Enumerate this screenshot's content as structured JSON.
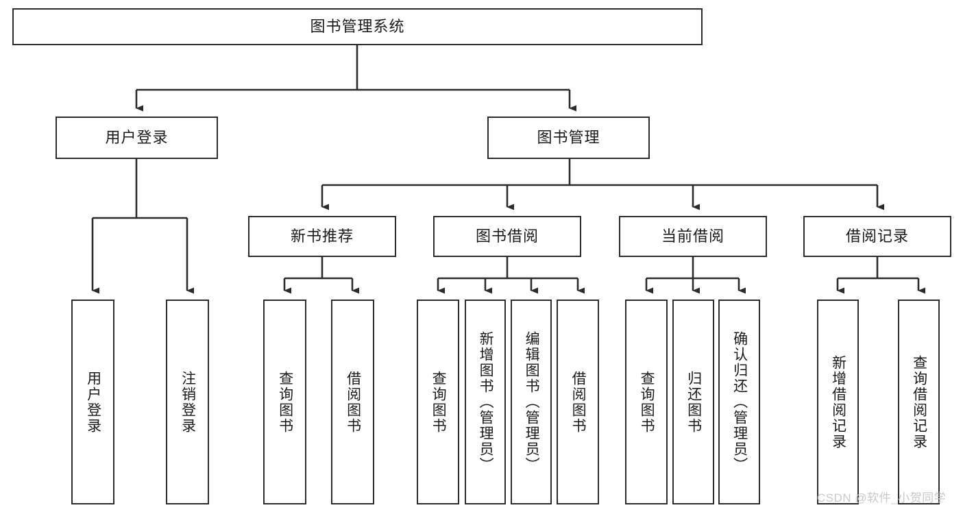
{
  "diagram": {
    "title_node": {
      "label": "图书管理系统"
    },
    "level1": [
      {
        "id": "user-login",
        "label": "用户登录"
      },
      {
        "id": "book-management",
        "label": "图书管理"
      }
    ],
    "level2": [
      {
        "id": "new-book-recommend",
        "label": "新书推荐"
      },
      {
        "id": "book-borrow",
        "label": "图书借阅"
      },
      {
        "id": "current-borrow",
        "label": "当前借阅"
      },
      {
        "id": "borrow-record",
        "label": "借阅记录"
      }
    ],
    "leaves": [
      {
        "id": "leaf-user-login",
        "label": "用户登录"
      },
      {
        "id": "leaf-logout-login",
        "label": "注销登录"
      },
      {
        "id": "leaf-query-book-1",
        "label": "查询图书"
      },
      {
        "id": "leaf-borrow-book-1",
        "label": "借阅图书"
      },
      {
        "id": "leaf-query-book-2",
        "label": "查询图书"
      },
      {
        "id": "leaf-add-book-admin",
        "label": "新增图书（管理员）"
      },
      {
        "id": "leaf-edit-book-admin",
        "label": "编辑图书（管理员）"
      },
      {
        "id": "leaf-borrow-book-2",
        "label": "借阅图书"
      },
      {
        "id": "leaf-query-book-3",
        "label": "查询图书"
      },
      {
        "id": "leaf-return-book",
        "label": "归还图书"
      },
      {
        "id": "leaf-confirm-return-admin",
        "label": "确认归还（管理员）"
      },
      {
        "id": "leaf-add-borrow-record",
        "label": "新增借阅记录"
      },
      {
        "id": "leaf-query-borrow-record",
        "label": "查询借阅记录"
      }
    ],
    "watermark": {
      "text": "CSDN @软件_小贺同学"
    },
    "colors": {
      "stroke": "#2b2b2b",
      "fill": "#ffffff",
      "text": "#1a1a1a",
      "watermark": "#c9c9c9"
    }
  }
}
